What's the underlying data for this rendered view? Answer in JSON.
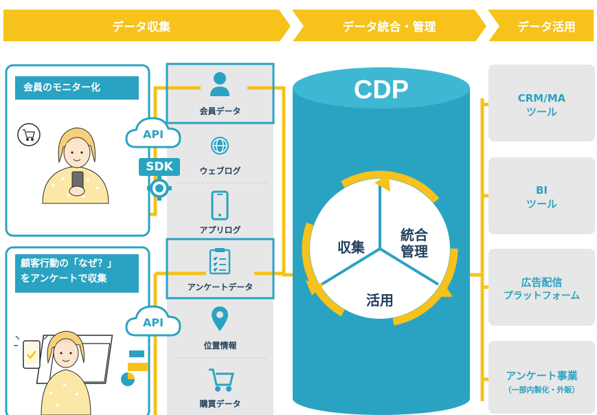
{
  "header": {
    "stage1": "データ収集",
    "stage2": "データ統合・管理",
    "stage3": "データ活用"
  },
  "panels": {
    "member": {
      "title": "会員のモニター化"
    },
    "customer": {
      "title_line1": "顧客行動の「なぜ？」",
      "title_line2": "をアンケートで収集"
    }
  },
  "badges": {
    "api": "API",
    "sdk": "SDK"
  },
  "sources": {
    "member_data": "会員データ",
    "web_log": "ウェブログ",
    "app_log": "アプリログ",
    "survey_data": "アンケートデータ",
    "location": "位置情報",
    "purchase_data": "購買データ"
  },
  "cdp": {
    "title": "CDP",
    "cycle": {
      "collect": "収集",
      "integrate_line1": "統合",
      "integrate_line2": "管理",
      "use": "活用"
    }
  },
  "outputs": {
    "crm": {
      "line1": "CRM/MA",
      "line2": "ツール"
    },
    "bi": {
      "line1": "BI",
      "line2": "ツール"
    },
    "ads": {
      "line1": "広告配信",
      "line2": "プラットフォーム"
    },
    "survey": {
      "line1": "アンケート事業",
      "line2": "（一部内製化・外販）"
    }
  },
  "colors": {
    "accent_yellow": "#f6c21b",
    "teal": "#2aa3c2",
    "cylinder_top": "#3eb7d2",
    "gray_panel": "#e7e7e7",
    "dark_text": "#1f3e5a"
  }
}
